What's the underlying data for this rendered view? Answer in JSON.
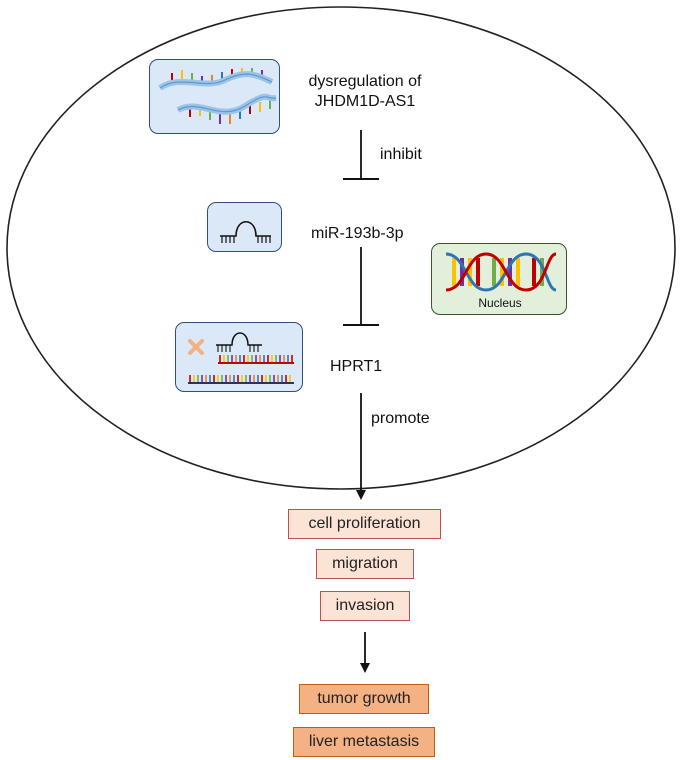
{
  "labels": {
    "jhdm_line1": "dysregulation of",
    "jhdm_line2": "JHDM1D-AS1",
    "inhibit": "inhibit",
    "mirna": "miR-193b-3p",
    "hprt1": "HPRT1",
    "promote": "promote",
    "nucleus": "Nucleus"
  },
  "outcomes_primary": [
    "cell proliferation",
    "migration",
    "invasion"
  ],
  "outcomes_secondary": [
    "tumor growth",
    "liver metastasis"
  ],
  "colors": {
    "cell_outline": "#222222",
    "icon_panel_fill": "#dae8f8",
    "nucleus_fill": "#e2efda",
    "primary_box_fill": "#fbe4d6",
    "secondary_box_fill": "#f4b183",
    "blocked_mark": "#f4b183"
  }
}
